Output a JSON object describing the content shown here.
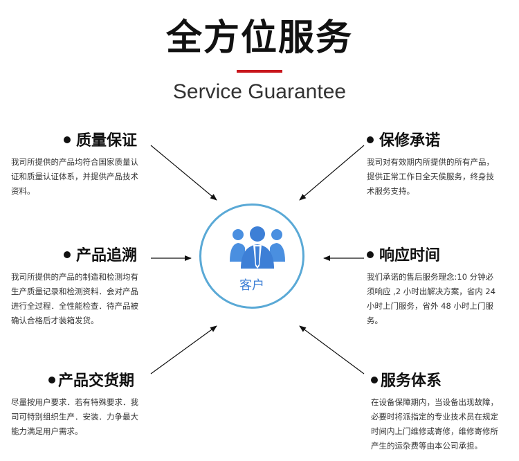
{
  "header": {
    "title": "全方位服务",
    "subtitle": "Service Guarantee"
  },
  "center": {
    "label": "客户",
    "icon": "customers-icon"
  },
  "colors": {
    "accent_red": "#c8161d",
    "circle_border": "#5aa9d6",
    "icon_blue": "#3d7fd6"
  },
  "items": {
    "quality": {
      "title": "质量保证",
      "lines": [
        "我司所提供的产品均符合国家质量认",
        "证和质量认证体系，并提供产品技术",
        "资料。"
      ]
    },
    "warranty": {
      "title": "保修承诺",
      "lines": [
        "我司对有效期内所提供的所有产品，",
        "提供正常工作日全天侯服务，终身技",
        "术服务支持。"
      ]
    },
    "trace": {
      "title": "产品追溯",
      "lines": [
        "我司所提供的产品的制造和检测均有",
        "生产质量记录和检测资料．会对产品",
        "进行全过程．全性能检查．待产品被",
        "确认合格后才装箱发货。"
      ]
    },
    "response": {
      "title": "响应时间",
      "lines": [
        "我们承诺的售后服务理念:10 分钟必",
        "须响应 ,2 小时出解决方案，省内 24",
        "小时上门服务，省外 48 小时上门服",
        "务。"
      ]
    },
    "delivery": {
      "title": "产品交货期",
      "lines": [
        "尽量按用户要求．若有特殊要求．我",
        "司可特别组织生产．安装．力争最大",
        "能力满足用户需求。"
      ]
    },
    "system": {
      "title": "服务体系",
      "lines": [
        "在设备保障期内，当设备出现故障，",
        "必要时将派指定的专业技术员在规定",
        "时间内上门维修或寄修，维修寄修所",
        "产生的运杂费等由本公司承担。"
      ]
    }
  }
}
